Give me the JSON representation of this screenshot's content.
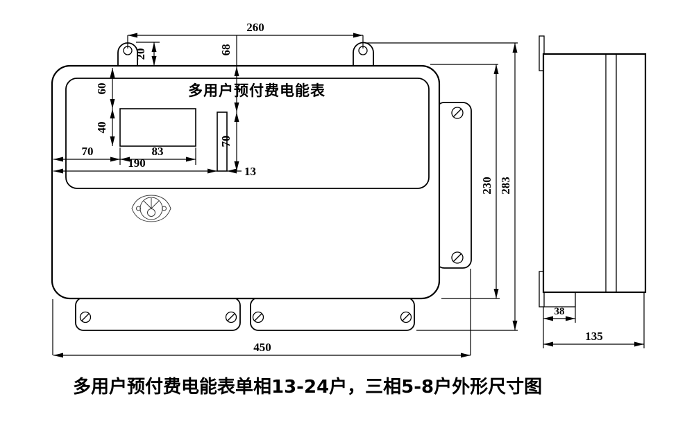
{
  "title_block": {
    "panel_label": "多用户预付费电能表",
    "caption": "多用户预付费电能表单相13-24户，三相5-8户外形尺寸图"
  },
  "dimensions": {
    "mount_hole_spacing": "260",
    "tab_hole_offset": "20",
    "card_slot_top_offset": "68",
    "display_top_offset": "60",
    "display_height": "40",
    "display_left_offset": "70",
    "display_width": "83",
    "card_slot_left_offset": "190",
    "card_slot_width": "13",
    "card_slot_height": "70",
    "body_height": "230",
    "overall_height": "283",
    "overall_width": "450",
    "terminal_cover_depth": "38",
    "overall_depth": "135"
  },
  "colors": {
    "line": "#000000",
    "background": "#ffffff"
  }
}
